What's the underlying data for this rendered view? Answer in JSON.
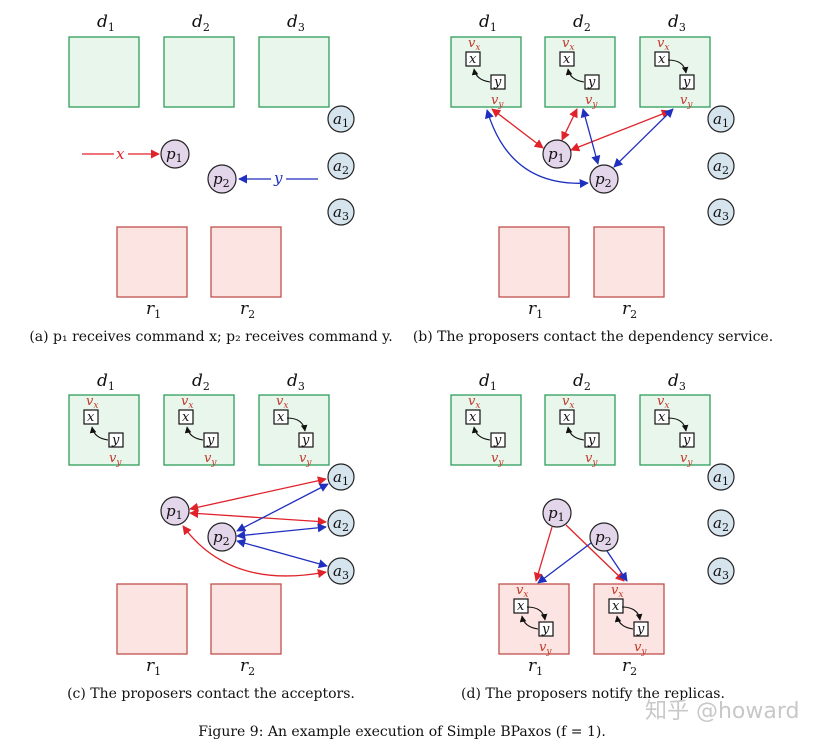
{
  "labels": {
    "d1": "d",
    "d2": "d",
    "d3": "d",
    "d1_sub": "1",
    "d2_sub": "2",
    "d3_sub": "3",
    "r1": "r",
    "r2": "r",
    "r1_sub": "1",
    "r2_sub": "2",
    "a1": "a",
    "a2": "a",
    "a3": "a",
    "a1_sub": "1",
    "a2_sub": "2",
    "a3_sub": "3",
    "p1": "p",
    "p2": "p",
    "p1_sub": "1",
    "p2_sub": "2",
    "vx": "v",
    "vx_sub": "x",
    "vy": "v",
    "vy_sub": "y",
    "x": "x",
    "y": "y"
  },
  "captions": {
    "a": "(a) p₁ receives command x; p₂ receives command y.",
    "b": "(b) The proposers contact the dependency service.",
    "c": "(c) The proposers contact the acceptors.",
    "d": "(d) The proposers notify the replicas."
  },
  "figure_caption": "Figure 9: An example execution of Simple BPaxos (f = 1).",
  "watermark": "知乎 @howard",
  "colors": {
    "dep_fill": "#e9f6ec",
    "dep_stroke": "#2e9e5b",
    "rep_fill": "#fbe4e1",
    "rep_stroke": "#c0504d",
    "acc_fill": "#d6e4ee",
    "prop_fill": "#e3d5ea",
    "red": "#e0222a",
    "blue": "#1f2fbf"
  }
}
